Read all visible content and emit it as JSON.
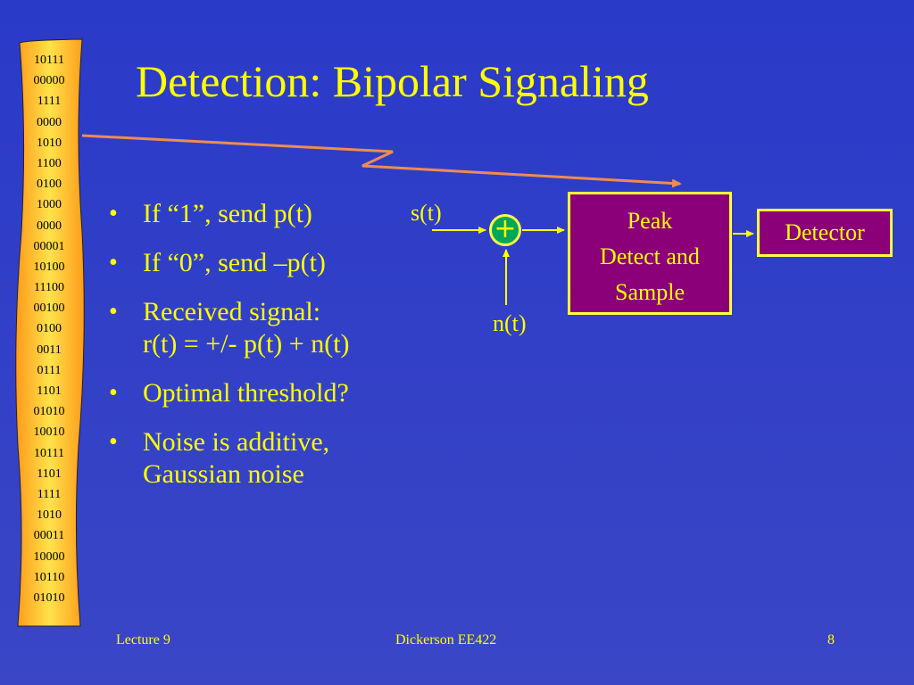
{
  "slide": {
    "title": "Detection: Bipolar Signaling",
    "binary_strip": [
      "10111",
      "00000",
      "1111",
      "0000",
      "1010",
      "1100",
      "0100",
      "1000",
      "0000",
      "00001",
      "10100",
      "11100",
      "00100",
      "0100",
      "0011",
      "0111",
      "1101",
      "01010",
      "10010",
      "10111",
      "1101",
      "1111",
      "1010",
      "00011",
      "10000",
      "10110",
      "01010"
    ],
    "bullets": [
      {
        "lines": [
          "If “1”, send p(t)"
        ]
      },
      {
        "lines": [
          "If “0”, send –p(t)"
        ]
      },
      {
        "lines": [
          "Received signal:",
          "r(t) = +/- p(t) + n(t)"
        ]
      },
      {
        "lines": [
          "Optimal threshold?"
        ]
      },
      {
        "lines": [
          "Noise is additive,",
          "Gaussian noise"
        ]
      }
    ],
    "diagram": {
      "input_label": "s(t)",
      "noise_label": "n(t)",
      "summer_symbol": "+",
      "peak_box_lines": [
        "Peak",
        "Detect and",
        "Sample"
      ],
      "detector_label": "Detector"
    },
    "footer": {
      "left": "Lecture 9",
      "center": "Dickerson EE422",
      "page": "8"
    },
    "colors": {
      "background": "#3440c8",
      "text": "#ffff00",
      "box_fill": "#8b0079",
      "summer_fill": "#00a65a",
      "callout_line": "#f08c50"
    }
  }
}
